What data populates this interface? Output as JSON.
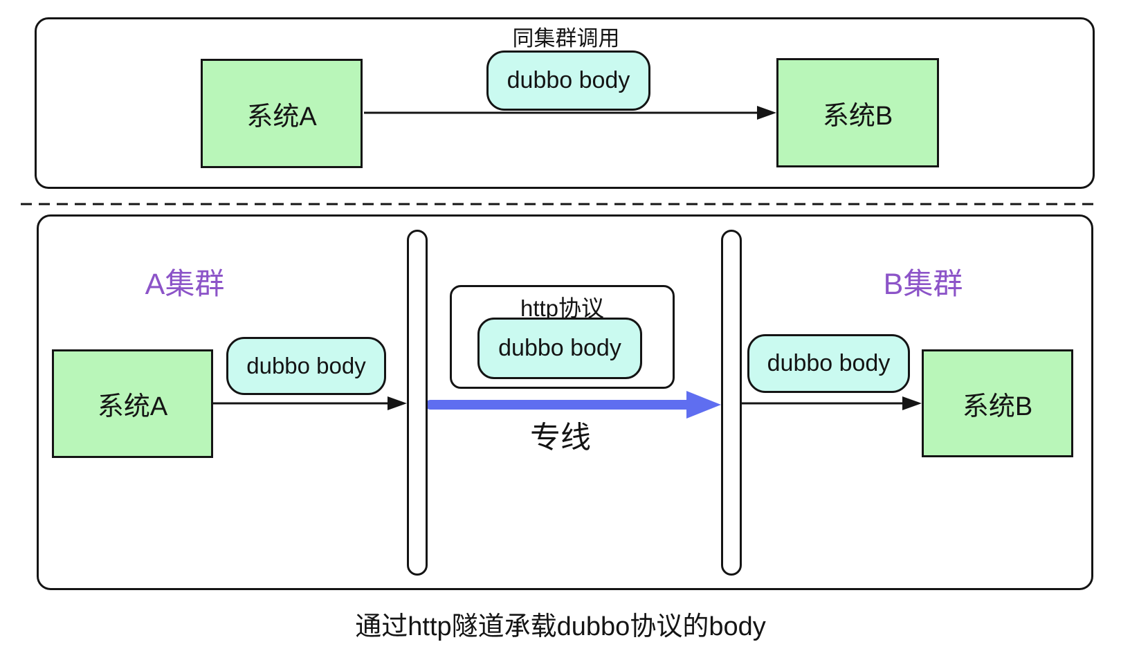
{
  "palette": {
    "box_green": "#b9f6b9",
    "pill_cyan": "#cafaf0",
    "cluster_purple": "#8c54c8",
    "link_blue": "#5f6ef0",
    "ink": "#141414",
    "background": "#ffffff"
  },
  "top_panel": {
    "title": "同集群调用",
    "system_a": "系统A",
    "payload": "dubbo body",
    "system_b": "系统B"
  },
  "bottom_panel": {
    "cluster_a_label": "A集群",
    "cluster_b_label": "B集群",
    "system_a": "系统A",
    "left_payload": "dubbo body",
    "http_box": {
      "title": "http协议",
      "payload": "dubbo body"
    },
    "link_label": "专线",
    "right_payload": "dubbo body",
    "system_b": "系统B"
  },
  "caption": "通过http隧道承载dubbo协议的body"
}
